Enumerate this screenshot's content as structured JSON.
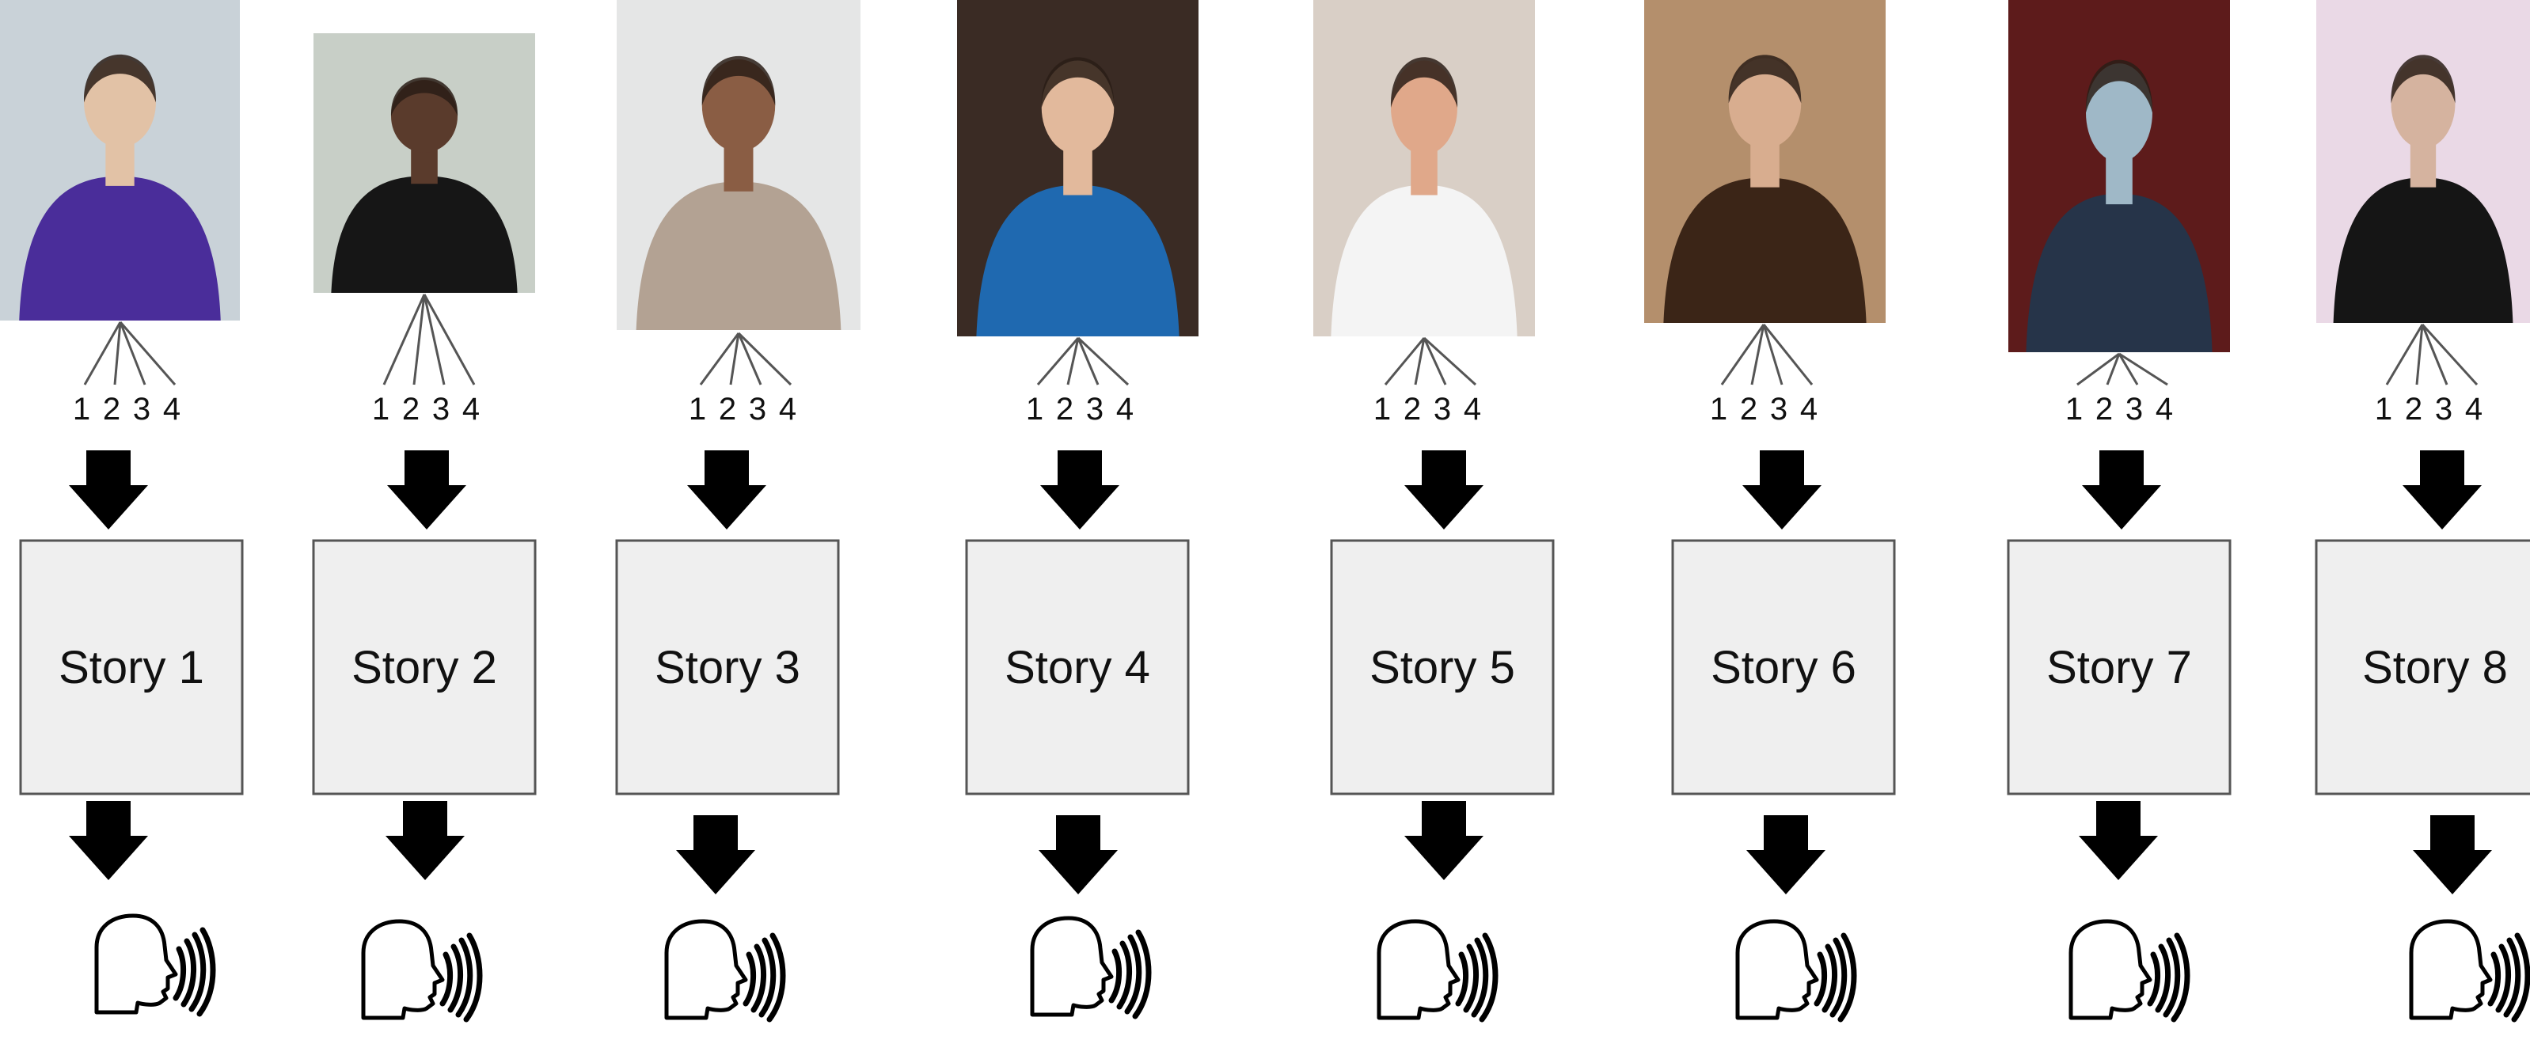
{
  "colors": {
    "box_fill": "#efefef",
    "box_stroke": "#555555",
    "arrow": "#000000",
    "line": "#555555",
    "text": "#111111"
  },
  "columns": [
    {
      "story_label": "Story 1",
      "numbers": [
        "1",
        "2",
        "3",
        "4"
      ],
      "photo": {
        "icon": "woman-purple-uniform-photo",
        "colors": [
          "#c9d2d8",
          "#4a2d9a",
          "#e2c2a6"
        ]
      }
    },
    {
      "story_label": "Story 2",
      "numbers": [
        "1",
        "2",
        "3",
        "4"
      ],
      "photo": {
        "icon": "woman-black-suit-photo",
        "colors": [
          "#c8cfc7",
          "#161616",
          "#5a3b2c"
        ]
      }
    },
    {
      "story_label": "Story 3",
      "numbers": [
        "1",
        "2",
        "3",
        "4"
      ],
      "photo": {
        "icon": "woman-glasses-notepad-photo",
        "colors": [
          "#e5e6e6",
          "#b3a293",
          "#8a5d44"
        ]
      }
    },
    {
      "story_label": "Story 4",
      "numbers": [
        "1",
        "2",
        "3",
        "4"
      ],
      "photo": {
        "icon": "woman-blue-cardigan-photo",
        "colors": [
          "#3a2b24",
          "#1f69b0",
          "#e2b99c"
        ]
      }
    },
    {
      "story_label": "Story 5",
      "numbers": [
        "1",
        "2",
        "3",
        "4"
      ],
      "photo": {
        "icon": "man-white-shirt-photo",
        "colors": [
          "#d9cfc6",
          "#f4f4f4",
          "#e0a88a"
        ]
      }
    },
    {
      "story_label": "Story 6",
      "numbers": [
        "1",
        "2",
        "3",
        "4"
      ],
      "photo": {
        "icon": "woman-sepia-portrait-photo",
        "colors": [
          "#b48f6c",
          "#3b2517",
          "#d8ad8f"
        ]
      }
    },
    {
      "story_label": "Story 7",
      "numbers": [
        "1",
        "2",
        "3",
        "4"
      ],
      "photo": {
        "icon": "animated-character-photo",
        "colors": [
          "#5d1b1b",
          "#263449",
          "#9fb8c7"
        ]
      }
    },
    {
      "story_label": "Story 8",
      "numbers": [
        "1",
        "2",
        "3",
        "4"
      ],
      "photo": {
        "icon": "woman-black-dress-photo",
        "colors": [
          "#ead9e6",
          "#151515",
          "#d5b39f"
        ]
      }
    }
  ]
}
